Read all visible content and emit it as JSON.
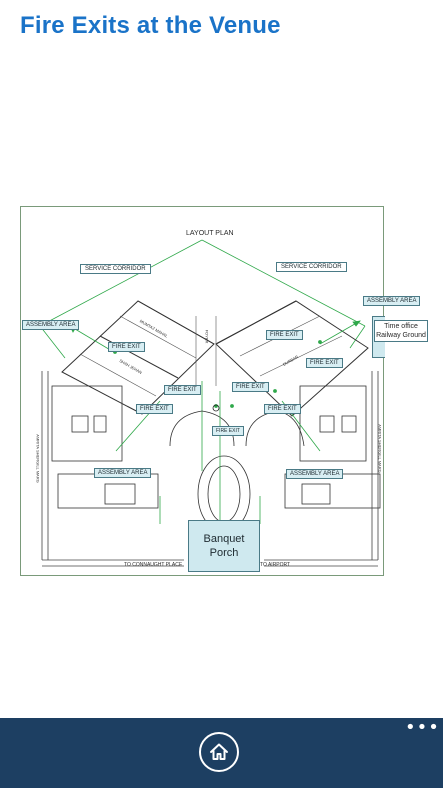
{
  "page": {
    "title": "Fire Exits at the Venue"
  },
  "plan": {
    "heading": "LAYOUT PLAN",
    "service_corridor_left": "SERVICE CORRIDOR",
    "service_corridor_right": "SERVICE CORRIDOR",
    "assembly_area_left_top": "ASSEMBLY AREA",
    "assembly_area_right_top": "ASSEMBLY AREA",
    "assembly_area_left_bottom": "ASSEMBLY AREA",
    "assembly_area_right_bottom": "ASSEMBLY AREA",
    "time_office": "Time office Railway Ground",
    "banquet_porch": "Banquet Porch",
    "fire_exit_1": "FIRE EXIT",
    "fire_exit_2": "FIRE EXIT",
    "fire_exit_3": "FIRE EXIT",
    "fire_exit_4": "FIRE EXIT",
    "fire_exit_5": "FIRE EXIT",
    "fire_exit_6": "FIRE EXIT",
    "fire_exit_7": "FIRE EXIT",
    "fire_exit_8": "FIRE EXIT",
    "to_connaught": "TO CONNAUGHT PLACE",
    "to_airport": "TO AIRPORT",
    "shahjehan": "SHAH JEHAN",
    "durbar": "DURBAR",
    "mumtaz_mahal": "MUMTAZ MAHAL",
    "foyer": "FOYER",
    "left_road": "AMRITA SHERGILL MARG",
    "right_road": "AMRITA SHERGILL MARG"
  },
  "app_bar": {
    "home_icon": "home-icon",
    "more_label": "•••"
  },
  "colors": {
    "title": "#1a73c8",
    "app_bar": "#1d3f62",
    "exit_line": "#2fa84a",
    "label_fill": "#d8eef3"
  }
}
